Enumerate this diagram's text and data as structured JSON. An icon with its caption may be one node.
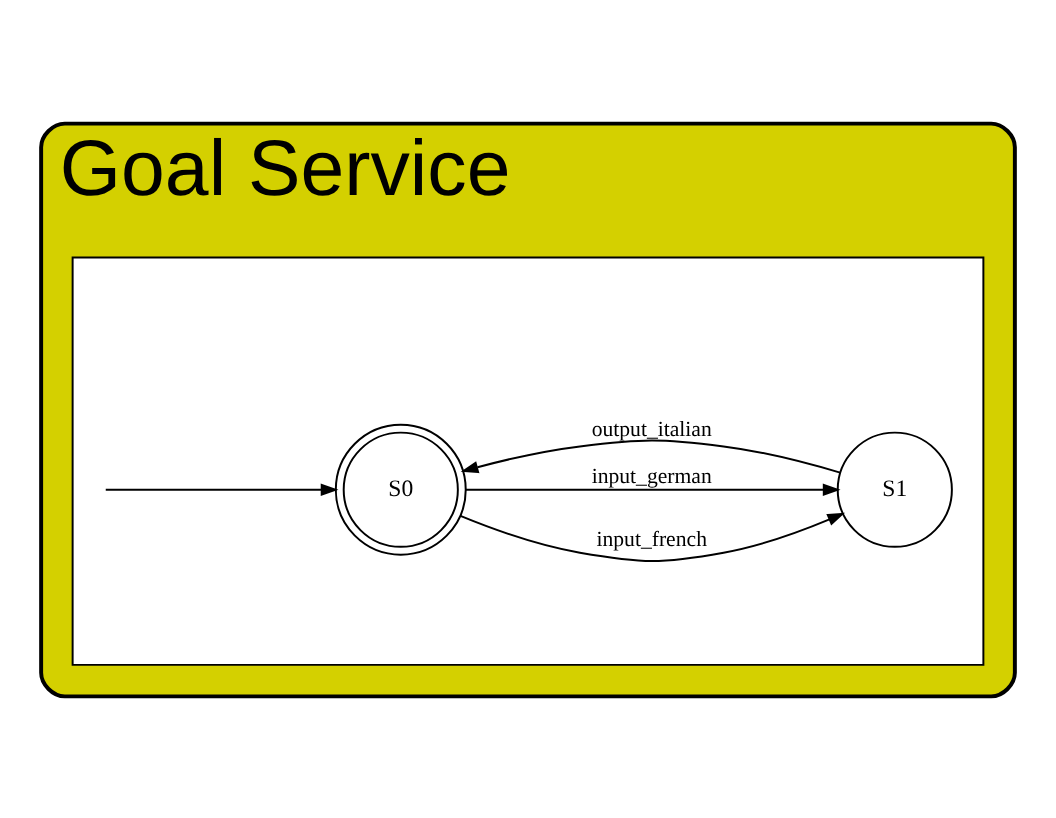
{
  "diagram": {
    "nodes": [
      {
        "text": [
          "Goal Service"
        ]
      },
      {
        "text": [],
        "shape": "box",
        "in": 0
      },
      {
        "text": [
          "S0"
        ],
        "in": 1
      },
      {
        "text": [
          "S1"
        ],
        "in": 1
      }
    ],
    "edges": [
      {
        "from": 2,
        "to": 3,
        "arrow": "to",
        "label": "input_french"
      },
      {
        "from": 2,
        "to": 3,
        "arrow": "to",
        "label": "input_german"
      },
      {
        "from": 3,
        "to": 2,
        "arrow": "to",
        "label": "output_italian"
      },
      {
        "from": null,
        "to": 2,
        "arrow": "to"
      }
    ]
  }
}
